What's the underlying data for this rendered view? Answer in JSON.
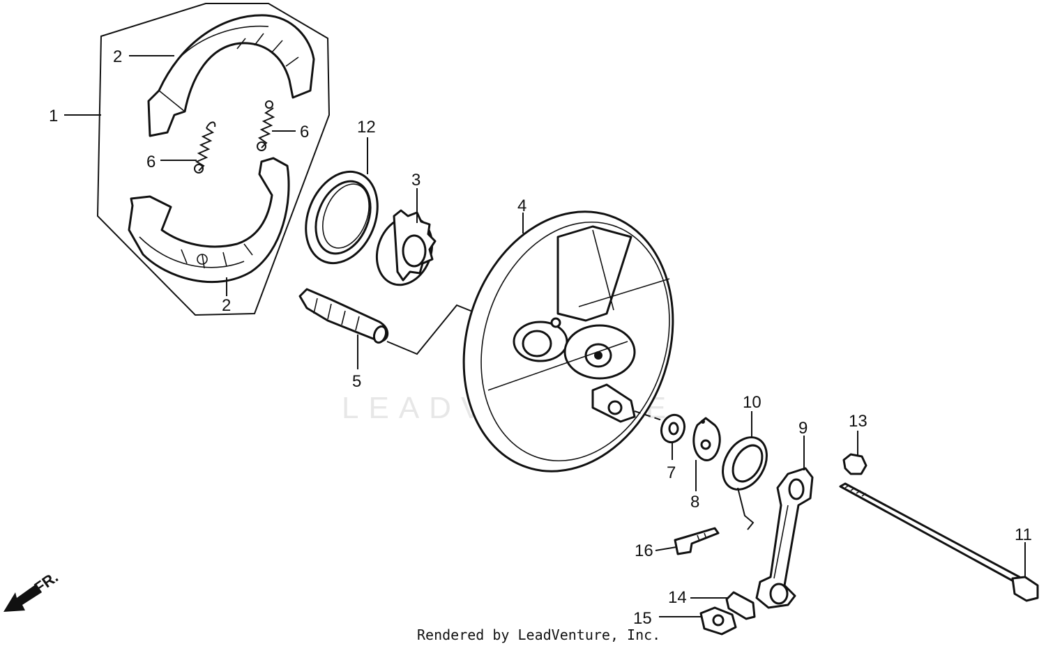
{
  "watermark": "LEADVENTURE",
  "credit": "Rendered by LeadVenture, Inc.",
  "direction_label": "FR.",
  "callouts": [
    {
      "id": "c1",
      "text": "1"
    },
    {
      "id": "c2a",
      "text": "2"
    },
    {
      "id": "c2b",
      "text": "2"
    },
    {
      "id": "c3",
      "text": "3"
    },
    {
      "id": "c4",
      "text": "4"
    },
    {
      "id": "c5",
      "text": "5"
    },
    {
      "id": "c6a",
      "text": "6"
    },
    {
      "id": "c6b",
      "text": "6"
    },
    {
      "id": "c7",
      "text": "7"
    },
    {
      "id": "c8",
      "text": "8"
    },
    {
      "id": "c9",
      "text": "9"
    },
    {
      "id": "c10",
      "text": "10"
    },
    {
      "id": "c11",
      "text": "11"
    },
    {
      "id": "c12",
      "text": "12"
    },
    {
      "id": "c13",
      "text": "13"
    },
    {
      "id": "c14",
      "text": "14"
    },
    {
      "id": "c15",
      "text": "15"
    },
    {
      "id": "c16",
      "text": "16"
    }
  ]
}
